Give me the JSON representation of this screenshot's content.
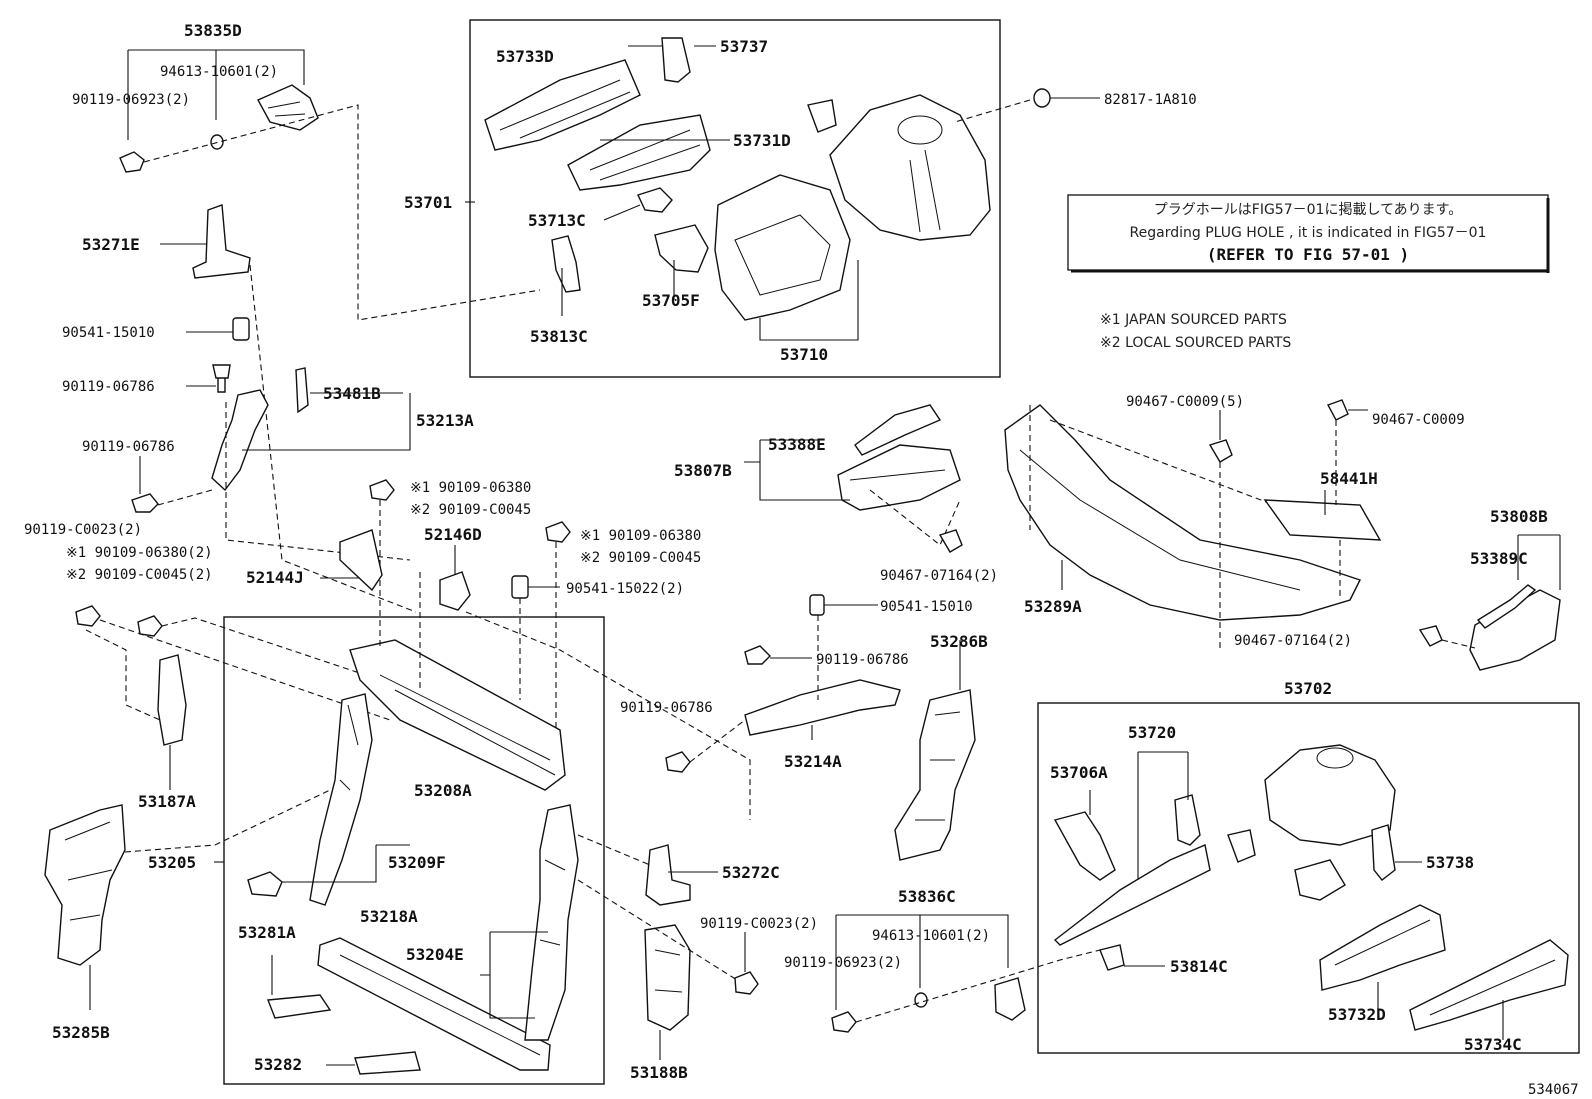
{
  "figure_id": "534067",
  "note": {
    "jp": "プラグホールはFIG57－01に掲載してあります。",
    "en": "Regarding PLUG HOLE , it is indicated in FIG57－01",
    "refer": "(REFER TO FIG 57-01 )"
  },
  "legend": {
    "s1": "※1  JAPAN SOURCED PARTS",
    "s2": "※2  LOCAL SOURCED PARTS"
  },
  "labels": {
    "p53835D": "53835D",
    "p94613_10601_top": "94613-10601(2)",
    "p90119_06923_top": "90119-06923(2)",
    "p53733D": "53733D",
    "p53737": "53737",
    "p53731D": "53731D",
    "p53701": "53701",
    "p53713C": "53713C",
    "p53705F": "53705F",
    "p53813C": "53813C",
    "p53710": "53710",
    "p82817_1A810": "82817-1A810",
    "p53271E": "53271E",
    "p90541_15010_left": "90541-15010",
    "p90119_06786_a": "90119-06786",
    "p53481B": "53481B",
    "p53213A": "53213A",
    "p90119_06786_b": "90119-06786",
    "p90119_C0023_left": "90119-C0023(2)",
    "p90109_06380_2": "※1 90109-06380(2)",
    "p90109_C0045_2": "※2 90109-C0045(2)",
    "p90109_06380_mid": "※1 90109-06380",
    "p90109_C0045_mid": "※2 90109-C0045",
    "p52146D": "52146D",
    "p52144J": "52144J",
    "p90109_06380_r": "※1 90109-06380",
    "p90109_C0045_r": "※2 90109-C0045",
    "p90541_15022": "90541-15022(2)",
    "p53388E": "53388E",
    "p53807B": "53807B",
    "p90467_07164_mid": "90467-07164(2)",
    "p90467_C0009_5": "90467-C0009(5)",
    "p90467_C0009": "90467-C0009",
    "p58441H": "58441H",
    "p53808B": "53808B",
    "p53389C": "53389C",
    "p53289A": "53289A",
    "p90467_07164_right": "90467-07164(2)",
    "p90541_15010_mid": "90541-15010",
    "p53286B": "53286B",
    "p90119_06786_c": "90119-06786",
    "p90119_06786_d": "90119-06786",
    "p53214A": "53214A",
    "p53187A": "53187A",
    "p53208A": "53208A",
    "p53205": "53205",
    "p53209F": "53209F",
    "p53218A": "53218A",
    "p53281A": "53281A",
    "p53204E": "53204E",
    "p53282": "53282",
    "p53285B": "53285B",
    "p53272C": "53272C",
    "p90119_C0023_mid": "90119-C0023(2)",
    "p53188B": "53188B",
    "p53836C": "53836C",
    "p94613_10601_bot": "94613-10601(2)",
    "p90119_06923_bot": "90119-06923(2)",
    "p53814C": "53814C",
    "p53702": "53702",
    "p53720": "53720",
    "p53706A": "53706A",
    "p53738": "53738",
    "p53732D": "53732D",
    "p53734C": "53734C"
  }
}
